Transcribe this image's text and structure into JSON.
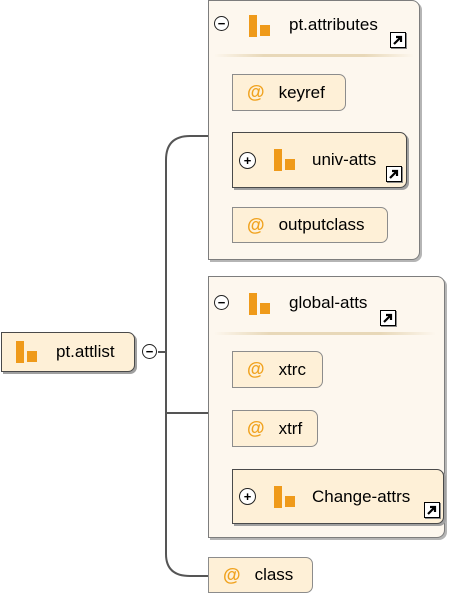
{
  "root": {
    "label": "pt.attlist"
  },
  "groups": [
    {
      "label": "pt.attributes",
      "children": [
        {
          "kind": "attribute",
          "label": "keyref"
        },
        {
          "kind": "group",
          "label": "univ-atts"
        },
        {
          "kind": "attribute",
          "label": "outputclass"
        }
      ]
    },
    {
      "label": "global-atts",
      "children": [
        {
          "kind": "attribute",
          "label": "xtrc"
        },
        {
          "kind": "attribute",
          "label": "xtrf"
        },
        {
          "kind": "group",
          "label": "Change-attrs"
        }
      ]
    }
  ],
  "attribute": {
    "label": "class"
  },
  "symbols": {
    "attribute_marker": "@",
    "collapse": "−",
    "expand": "+"
  },
  "colors": {
    "icon_orange": "#ef9a1a",
    "at_orange": "#f0a21e",
    "box_fill": "#fef0d7",
    "group_fill": "#fdf7ee"
  }
}
